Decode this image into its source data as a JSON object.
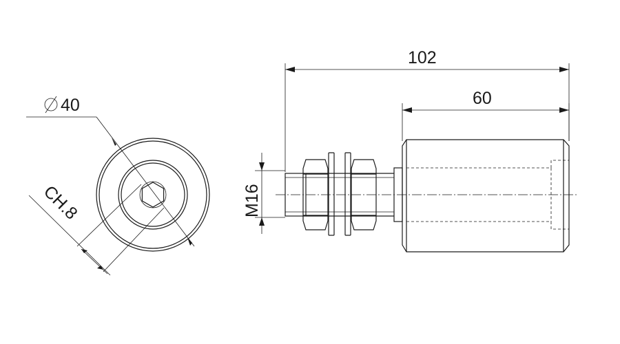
{
  "dimensions": {
    "diameter": "40",
    "hex_key": "CH.8",
    "overall_length": "102",
    "body_length": "60",
    "thread": "M16"
  },
  "colors": {
    "line": "#1a1a1a",
    "background": "#ffffff"
  }
}
